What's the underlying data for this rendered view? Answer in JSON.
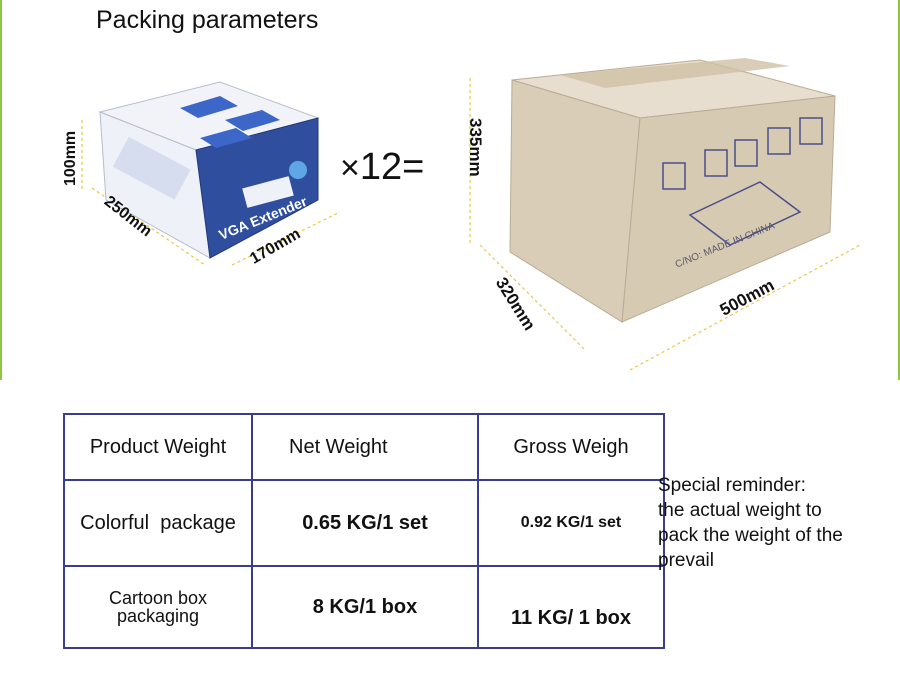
{
  "title": "Packing parameters",
  "small_box": {
    "height_label": "100mm",
    "length_label": "250mm",
    "width_label": "170mm",
    "print_text": "VGA Extender"
  },
  "multiplier": {
    "symbol": "×",
    "value": "12="
  },
  "carton": {
    "height_label": "335mm",
    "depth_label": "320mm",
    "length_label": "500mm",
    "marks": "C/NO: MADE IN CHINA"
  },
  "table": {
    "header": [
      "Product Weight",
      "Net Weight",
      "Gross Weigh"
    ],
    "rows": [
      [
        "Colorful  package",
        "0.65 KG/1 set",
        "0.92 KG/1 set"
      ],
      [
        "Cartoon box\npackaging",
        "8 KG/1 box",
        "11 KG/ 1 box"
      ]
    ]
  },
  "reminder": [
    "Special reminder:",
    "the actual weight to",
    "pack the weight of the",
    "prevail"
  ],
  "colors": {
    "accent": "#8dc63f",
    "table_border": "#3a3c8c",
    "carton": "#d9cdb8",
    "box_blue": "#2f4e9e"
  }
}
